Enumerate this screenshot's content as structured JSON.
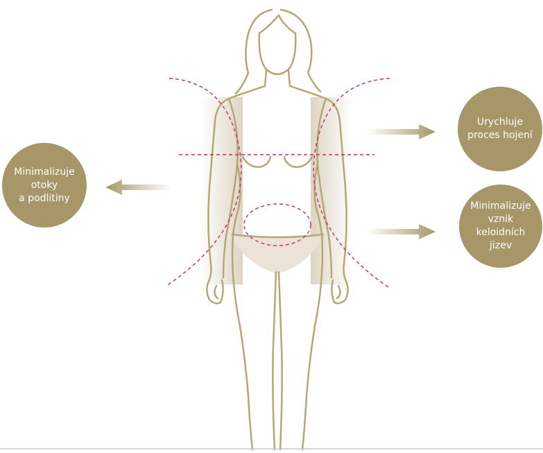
{
  "colors": {
    "gold": "#a69668",
    "outline": "#b6a575",
    "dash": "#c0286e",
    "fill": "#ebe3d6",
    "shade": "#d9cfba",
    "baseline": "#c8c8c8",
    "text": "#ffffff"
  },
  "benefits": [
    {
      "label": "Minimalizuje\notoky\na podlitiny"
    },
    {
      "label": "Urychluje\nproces hojení"
    },
    {
      "label": "Minimalizuje\nvznik\nkeloidních\njizev"
    }
  ],
  "icons": {
    "left_arrow": "arrow-left-icon",
    "right_arrow_top": "arrow-right-icon",
    "right_arrow_bottom": "arrow-right-icon"
  }
}
